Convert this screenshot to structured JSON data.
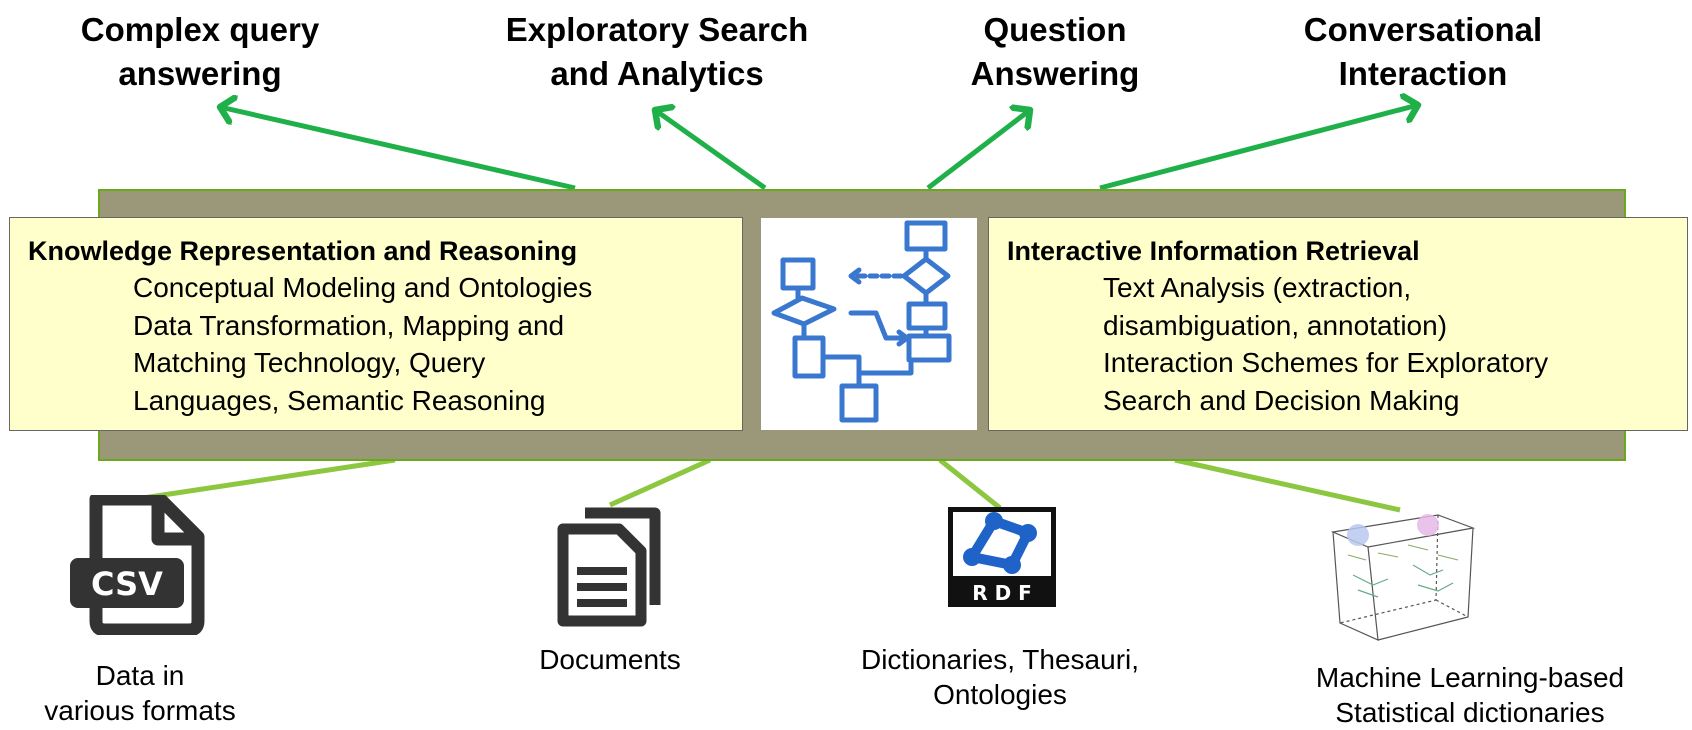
{
  "outputs": [
    {
      "label": "Complex query\nanswering"
    },
    {
      "label": "Exploratory Search\nand Analytics"
    },
    {
      "label": "Question\nAnswering"
    },
    {
      "label": "Conversational\nInteraction"
    }
  ],
  "left_panel": {
    "title": "Knowledge Representation and Reasoning",
    "lines": [
      "Conceptual Modeling and Ontologies",
      "Data Transformation, Mapping and",
      "Matching Technology, Query",
      "Languages, Semantic Reasoning"
    ]
  },
  "right_panel": {
    "title": "Interactive Information Retrieval",
    "lines": [
      "Text Analysis (extraction,",
      "disambiguation, annotation)",
      "Interaction Schemes for Exploratory",
      "Search and Decision Making"
    ]
  },
  "inputs": [
    {
      "label": "Data in\nvarious formats",
      "icon": "csv-file-icon",
      "icon_text": "CSV"
    },
    {
      "label": "Documents",
      "icon": "documents-icon"
    },
    {
      "label": "Dictionaries, Thesauri,\nOntologies",
      "icon": "rdf-icon",
      "icon_text": "R D F"
    },
    {
      "label": "Machine Learning-based\nStatistical dictionaries",
      "icon": "vector-space-cube-icon"
    }
  ],
  "colors": {
    "output_arrow": "#1fb04a",
    "input_line": "#8dc63f",
    "band": "#9a9878",
    "panel": "#ffffcc",
    "flowchart": "#3a78d0"
  }
}
